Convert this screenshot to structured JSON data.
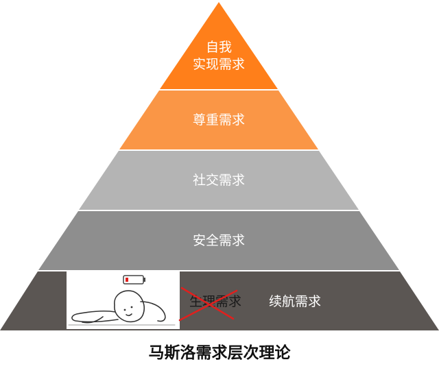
{
  "pyramid": {
    "levels": [
      {
        "label_lines": [
          "自我",
          "实现需求"
        ],
        "color": "#ff7f1a"
      },
      {
        "label_lines": [
          "尊重需求"
        ],
        "color": "#fa9646"
      },
      {
        "label_lines": [
          "社交需求"
        ],
        "color": "#b4b4b4"
      },
      {
        "label_lines": [
          "安全需求"
        ],
        "color": "#8e8e8e"
      },
      {
        "label_lines": [
          "生理需求"
        ],
        "color": "#5b5653",
        "struck_through": true,
        "replacement": "续航需求"
      }
    ],
    "strike_color": "#e0201e",
    "caption": "马斯洛需求层次理论"
  },
  "illustration": {
    "description_icon": "lying-person-icon",
    "battery_icon": "low-battery-icon",
    "battery_level": 0.1
  }
}
